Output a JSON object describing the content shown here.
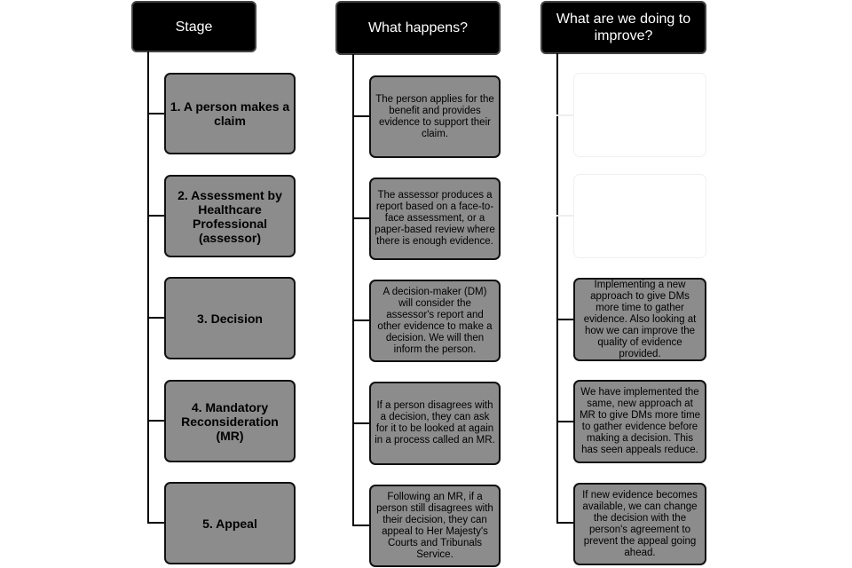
{
  "headers": {
    "stage": "Stage",
    "what": "What happens?",
    "improve": "What are we doing to improve?"
  },
  "stages": [
    "1. A person makes a claim",
    "2. Assessment by Healthcare Professional (assessor)",
    "3. Decision",
    "4. Mandatory Reconsideration (MR)",
    "5. Appeal"
  ],
  "what_happens": [
    "The person applies for the benefit and provides evidence to support their claim.",
    "The assessor produces a report based on a face-to-face assessment, or a paper-based review where there is enough evidence.",
    "A decision-maker (DM) will consider the assessor's report and other evidence to make a decision. We will then inform the person.",
    "If a person disagrees with a decision, they can ask for it to be looked at again in a process called an MR.",
    "Following an MR, if a person still disagrees with their decision, they can appeal to Her Majesty's Courts and Tribunals Service."
  ],
  "improvements": [
    "",
    "",
    "Implementing  a new approach to give DMs more time to gather evidence. Also looking at how we can improve the quality of evidence provided.",
    "We have implemented the same, new approach at MR to give DMs more time to gather evidence before making a decision. This has seen appeals reduce.",
    "If new evidence becomes available, we can change the decision with the person's agreement to prevent the appeal going ahead."
  ]
}
